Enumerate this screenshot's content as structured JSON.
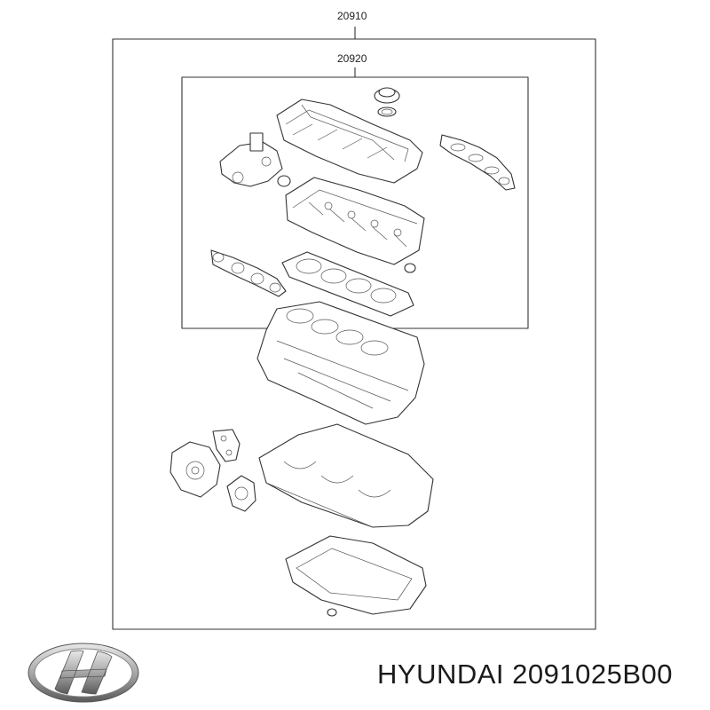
{
  "diagram": {
    "outer_kit_number": "20910",
    "inner_kit_number": "20920"
  },
  "caption": {
    "brand": "HYUNDAI",
    "part_number": "2091025B00"
  },
  "icons": {
    "logo": "hyundai-logo-icon"
  }
}
